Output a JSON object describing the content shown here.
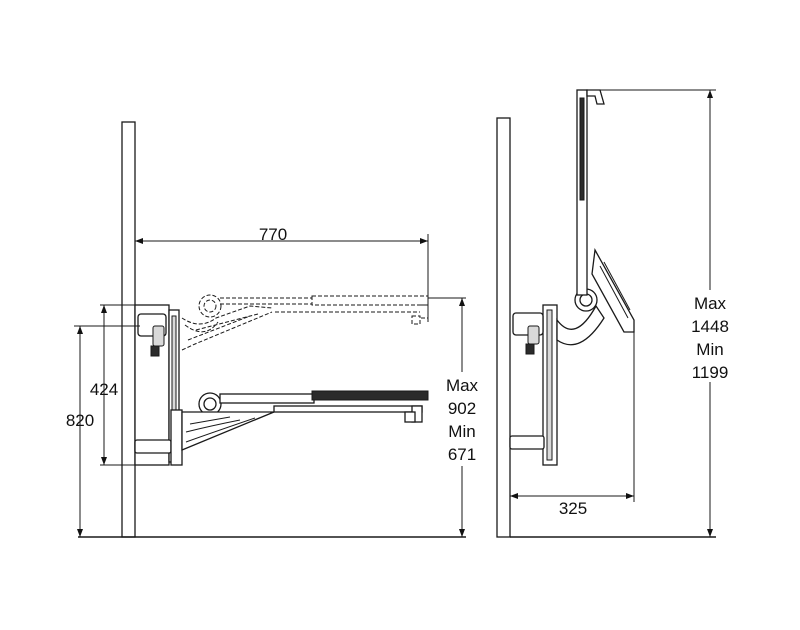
{
  "diagram": {
    "left_view": {
      "horizontal_reach": "770",
      "dim_424": "424",
      "dim_820": "820",
      "range_lines": [
        "Max",
        "902",
        "Min",
        "671"
      ]
    },
    "right_view": {
      "depth": "325",
      "range_lines": [
        "Max",
        "1448",
        "Min",
        "1199"
      ]
    }
  }
}
